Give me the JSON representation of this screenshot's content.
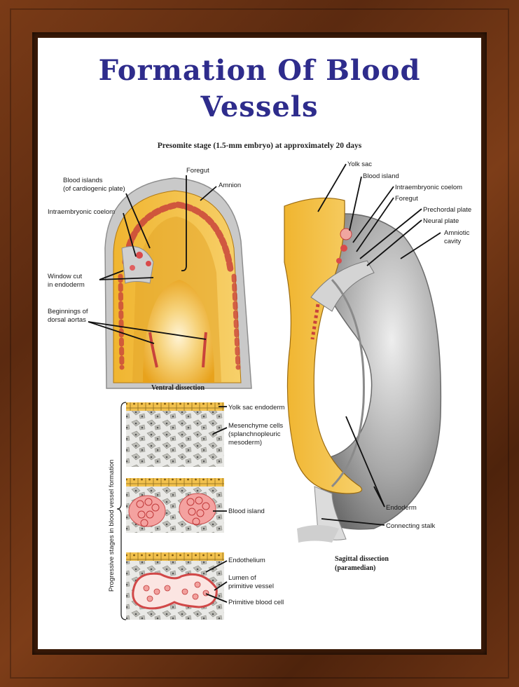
{
  "title_line1": "Formation Of Blood",
  "title_line2": "Vessels",
  "subtitle": "Presomite stage (1.5-mm embryo) at approximately 20 days",
  "ventral": {
    "caption": "Ventral dissection",
    "labels": {
      "foregut": "Foregut",
      "amnion": "Amnion",
      "blood_islands_1": "Blood islands",
      "blood_islands_2": "(of cardiogenic plate)",
      "intraembryonic_coelom": "Intraembryonic coelom",
      "window_1": "Window cut",
      "window_2": "in endoderm",
      "beginnings_1": "Beginnings of",
      "beginnings_2": "dorsal aortas"
    }
  },
  "sagittal": {
    "caption_1": "Sagittal dissection",
    "caption_2": "(paramedian)",
    "labels": {
      "yolk_sac": "Yolk sac",
      "blood_island": "Blood island",
      "intraembryonic_coelom": "Intraembryonic coelom",
      "foregut": "Foregut",
      "prechordal_plate": "Prechordal plate",
      "neural_plate": "Neural plate",
      "amniotic_1": "Amniotic",
      "amniotic_2": "cavity",
      "endoderm": "Endoderm",
      "connecting_stalk": "Connecting stalk"
    }
  },
  "stages": {
    "side_label": "Progressive stages in blood vessel formation",
    "labels": {
      "yolk_sac_endoderm": "Yolk sac endoderm",
      "mesenchyme_1": "Mesenchyme cells",
      "mesenchyme_2": "(splanchnopleuric",
      "mesenchyme_3": "mesoderm)",
      "blood_island": "Blood island",
      "endothelium": "Endothelium",
      "lumen_1": "Lumen of",
      "lumen_2": "primitive vessel",
      "primitive_blood_cell": "Primitive blood cell"
    }
  },
  "colors": {
    "title": "#2e2c8c",
    "yolk": "#f0b530",
    "blood": "#d94a4a",
    "gray": "#b8b8b8"
  }
}
